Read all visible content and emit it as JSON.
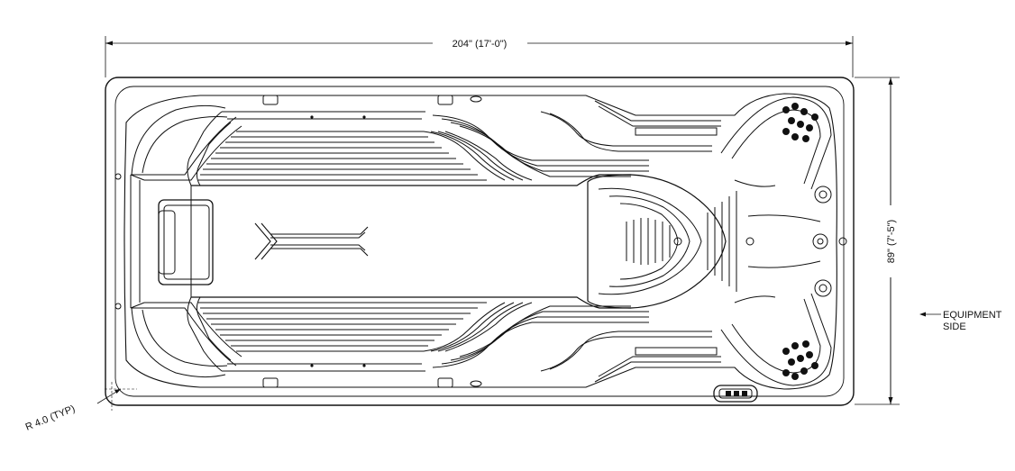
{
  "dimensions": {
    "overall_length": "204\" (17'-0\")",
    "overall_width": "89\" (7'-5\")",
    "corner_radius": "R 4.0 (TYP)"
  },
  "callouts": {
    "equipment_side_line1": "EQUIPMENT",
    "equipment_side_line2": "SIDE"
  },
  "icons": [
    "dimension-arrow-icon",
    "control-panel-icon",
    "swim-direction-chevron-icon",
    "jet-cluster-icon"
  ],
  "colors": {
    "line": "#111111",
    "background": "#ffffff"
  }
}
